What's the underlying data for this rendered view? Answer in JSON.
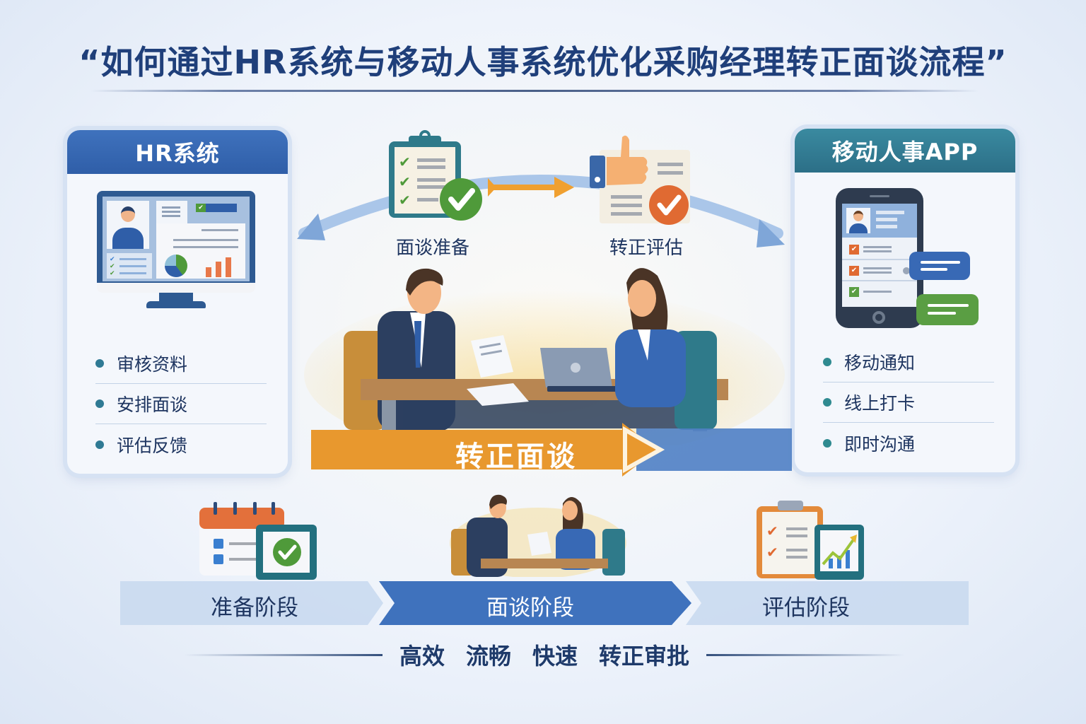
{
  "title": "“如何通过HR系统与移动人事系统优化采购经理转正面谈流程”",
  "hr_card": {
    "header": "HR系统",
    "illustration": "monitor-dashboard-icon",
    "items": [
      {
        "label": "审核资料"
      },
      {
        "label": "安排面谈"
      },
      {
        "label": "评估反馈"
      }
    ]
  },
  "app_card": {
    "header": "移动人事APP",
    "illustration": "smartphone-chat-icon",
    "items": [
      {
        "label": "移动通知"
      },
      {
        "label": "线上打卡"
      },
      {
        "label": "即时沟通"
      }
    ]
  },
  "center": {
    "step_prepare": {
      "label": "面谈准备",
      "icon": "clipboard-check-icon"
    },
    "step_evaluate": {
      "label": "转正评估",
      "icon": "thumbs-up-document-icon"
    },
    "banner_label": "转正面谈",
    "scene": "interview-scene-illustration"
  },
  "stages": [
    {
      "label": "准备阶段",
      "icon": "calendar-check-icon"
    },
    {
      "label": "面谈阶段",
      "icon": "meeting-icon"
    },
    {
      "label": "评估阶段",
      "icon": "clipboard-chart-icon"
    }
  ],
  "tagline": [
    "高效",
    "流畅",
    "快速",
    "转正审批"
  ],
  "colors": {
    "title": "#1f3f7a",
    "hr_header": "#2f5ea8",
    "app_header": "#2c6f87",
    "banner_orange": "#e8982e",
    "banner_blue": "#3f72bd",
    "check_green": "#4f9a3a",
    "check_orange": "#e06a32"
  }
}
